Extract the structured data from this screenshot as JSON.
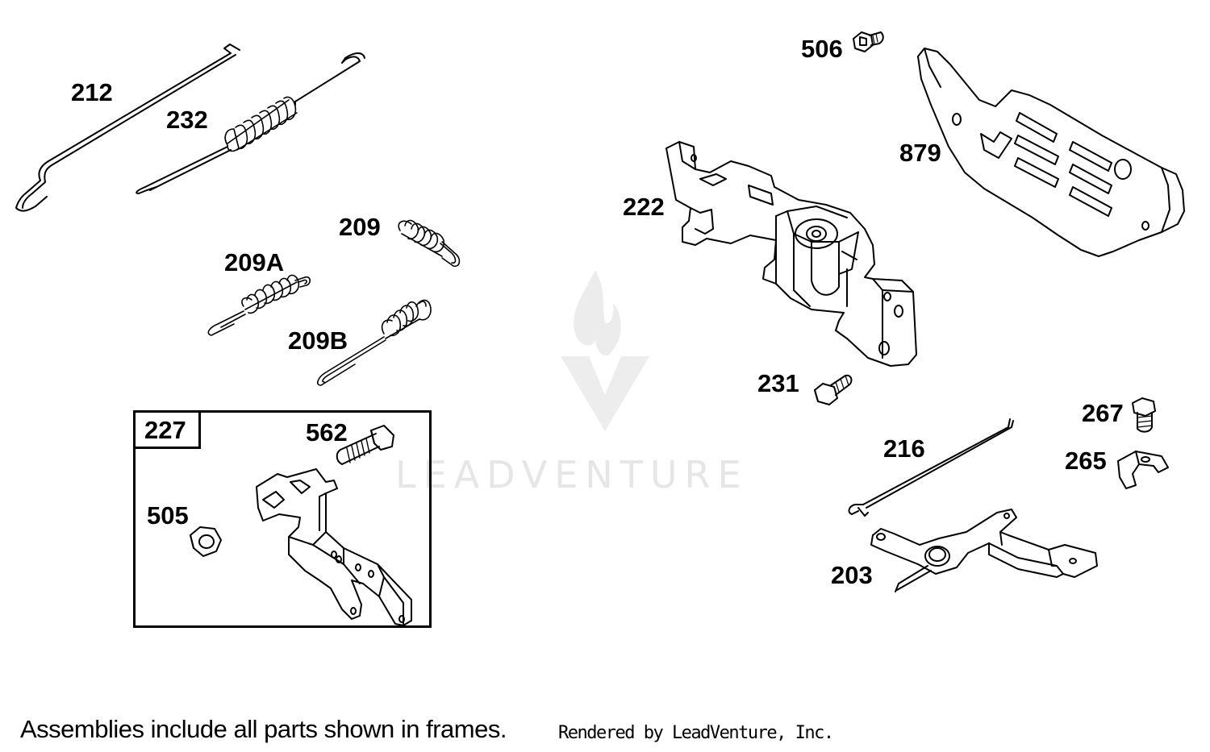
{
  "parts": {
    "p212": "212",
    "p232": "232",
    "p209": "209",
    "p209A": "209A",
    "p209B": "209B",
    "p227": "227",
    "p562": "562",
    "p505": "505",
    "p506": "506",
    "p879": "879",
    "p222": "222",
    "p231": "231",
    "p216": "216",
    "p267": "267",
    "p265": "265",
    "p203": "203"
  },
  "footer": {
    "note": "Assemblies include all parts shown in frames.",
    "credit": "Rendered by LeadVenture, Inc."
  },
  "watermark": {
    "text": "LEADVENTURE"
  }
}
